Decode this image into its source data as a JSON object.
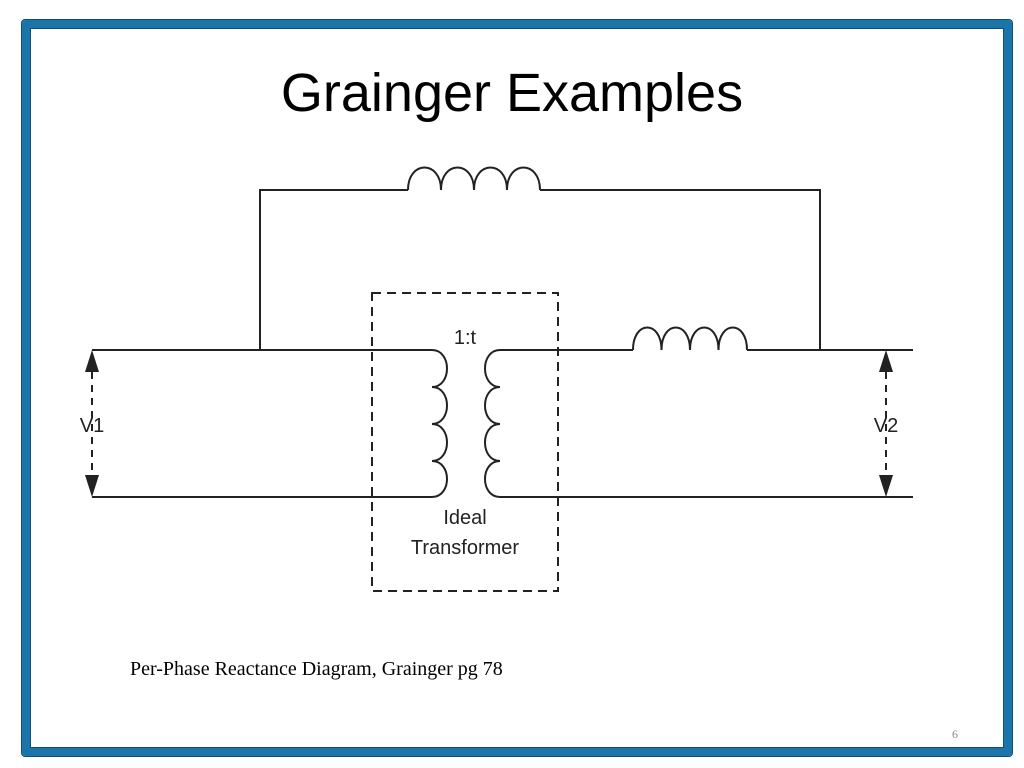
{
  "slide": {
    "title": "Grainger Examples",
    "caption": "Per-Phase Reactance Diagram, Grainger pg 78",
    "page_number": "6",
    "frame_color": "#1b75a8"
  },
  "diagram": {
    "ratio_label": "1:t",
    "v1_label": "V1",
    "v2_label": "V2",
    "transformer_label_line1": "Ideal",
    "transformer_label_line2": "Transformer"
  }
}
